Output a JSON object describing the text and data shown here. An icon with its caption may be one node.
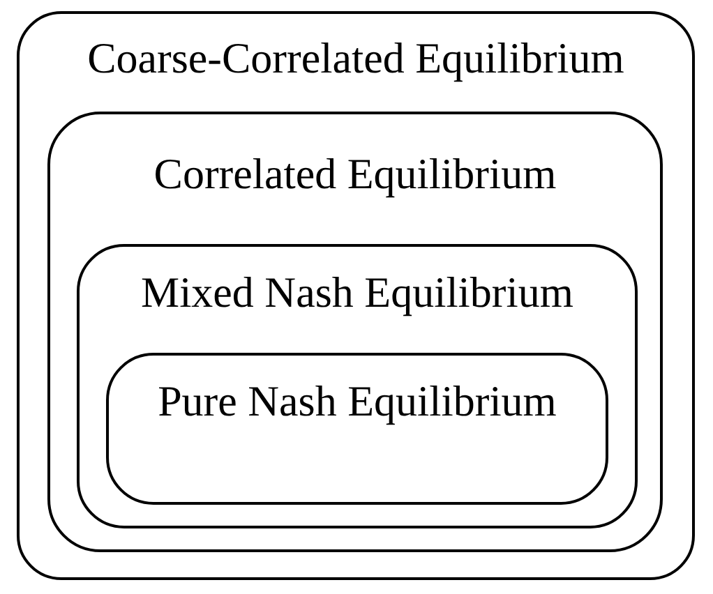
{
  "diagram": {
    "nodes": [
      {
        "text": [
          "Coarse-Correlated Equilibrium"
        ]
      },
      {
        "text": [
          "Correlated Equilibrium"
        ],
        "in": 0
      },
      {
        "text": [
          "Mixed Nash Equilibrium"
        ],
        "in": 1
      },
      {
        "text": [
          "Pure Nash Equilibrium"
        ],
        "in": 2
      }
    ]
  }
}
